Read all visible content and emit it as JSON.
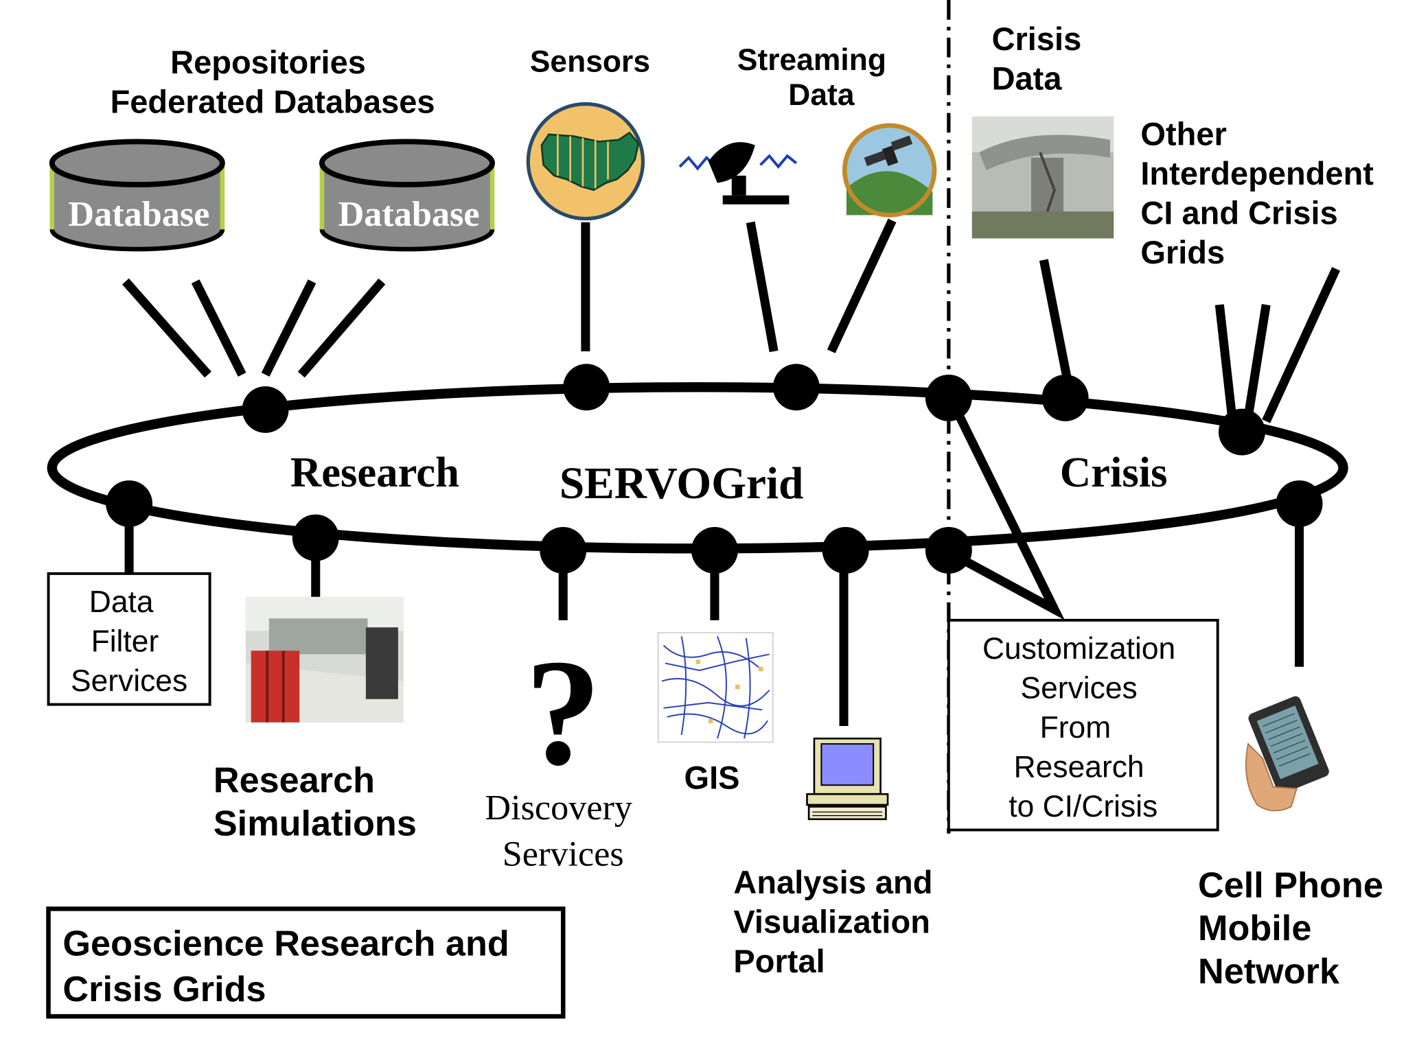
{
  "diagram": {
    "ring": {
      "left_label": "Research",
      "center_label": "SERVOGrid",
      "right_label": "Crisis"
    },
    "top": {
      "repositories": {
        "line1": "Repositories",
        "line2": "Federated Databases",
        "db1": "Database",
        "db2": "Database"
      },
      "sensors": {
        "label": "Sensors"
      },
      "streaming": {
        "line1": "Streaming",
        "line2": "Data"
      },
      "crisis_data": {
        "line1": "Crisis",
        "line2": "Data"
      },
      "other": {
        "line1": "Other",
        "line2": "Interdependent",
        "line3": "CI and Crisis",
        "line4": "Grids"
      }
    },
    "bottom": {
      "data_filter": {
        "line1": "Data",
        "line2": "Filter",
        "line3": "Services"
      },
      "research_sim": {
        "line1": "Research",
        "line2": "Simulations"
      },
      "discovery": {
        "glyph": "?",
        "line1": "Discovery",
        "line2": "Services"
      },
      "gis": {
        "label": "GIS"
      },
      "analysis": {
        "line1": "Analysis and",
        "line2": "Visualization",
        "line3": "Portal"
      },
      "customization": {
        "line1": "Customization",
        "line2": "Services",
        "line3": "From",
        "line4": "Research",
        "line5": "to CI/Crisis"
      },
      "cell": {
        "line1": "Cell Phone",
        "line2": "Mobile",
        "line3": "Network"
      }
    },
    "title_box": {
      "line1": "Geoscience Research and",
      "line2": "Crisis Grids"
    }
  },
  "colors": {
    "db_body": "#8a8a8a",
    "db_edge": "#b5d048",
    "sensor_disk": "#f2c26a",
    "sensor_land": "#1f7a4a",
    "screen": "#8a8cff",
    "cabinet": "#c8302a"
  }
}
